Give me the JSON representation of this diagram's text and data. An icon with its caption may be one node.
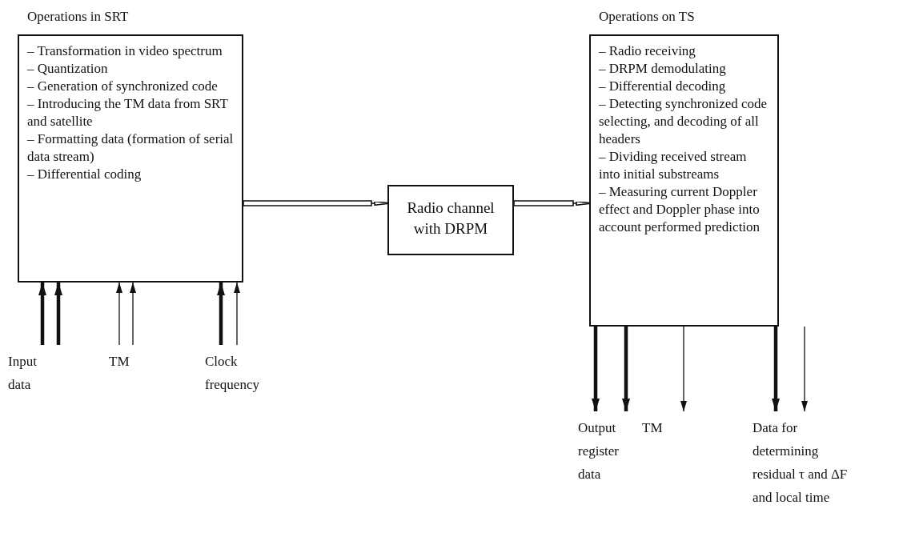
{
  "diagram": {
    "nodes": [
      {
        "text": [
          "Operations in SRT",
          "– Transformation in video spectrum",
          "– Quantization",
          "– Generation of synchronized code",
          "– Introducing the TM data from SRT and satellite",
          "– Formatting data (formation of serial data stream)",
          "– Differential coding"
        ]
      },
      {
        "text": [
          "Radio channel with DRPM"
        ]
      },
      {
        "text": [
          "Operations on TS",
          "– Radio receiving",
          "– DRPM demodulating",
          "– Differential decoding",
          "– Detecting synchronized code selecting, and decoding of all headers",
          "– Dividing received stream into initial substreams",
          "– Measuring current Doppler effect and Doppler phase into account performed prediction"
        ]
      },
      {
        "text": [
          "Input data"
        ]
      },
      {
        "text": [
          "TM"
        ]
      },
      {
        "text": [
          "Clock frequency"
        ]
      },
      {
        "text": [
          "Output register data"
        ]
      },
      {
        "text": [
          "TM"
        ]
      },
      {
        "text": [
          "Data for determining residual τ and ΔF and local time"
        ]
      }
    ],
    "edges": [
      {
        "from": 3,
        "to": 0,
        "arrow": "to",
        "style": "thick"
      },
      {
        "from": 3,
        "to": 0,
        "arrow": "to",
        "style": "thick"
      },
      {
        "from": 4,
        "to": 0,
        "arrow": "to"
      },
      {
        "from": 4,
        "to": 0,
        "arrow": "to"
      },
      {
        "from": 5,
        "to": 0,
        "arrow": "to",
        "style": "thick"
      },
      {
        "from": 5,
        "to": 0,
        "arrow": "to"
      },
      {
        "from": 0,
        "to": 1,
        "arrow": "to"
      },
      {
        "from": 1,
        "to": 2,
        "arrow": "to"
      },
      {
        "from": 2,
        "to": 6,
        "arrow": "to",
        "style": "thick"
      },
      {
        "from": 2,
        "to": 6,
        "arrow": "to",
        "style": "thick"
      },
      {
        "from": 2,
        "to": 7,
        "arrow": "to"
      },
      {
        "from": 2,
        "to": 8,
        "arrow": "to",
        "style": "thick"
      },
      {
        "from": 2,
        "to": 8,
        "arrow": "to"
      }
    ]
  }
}
